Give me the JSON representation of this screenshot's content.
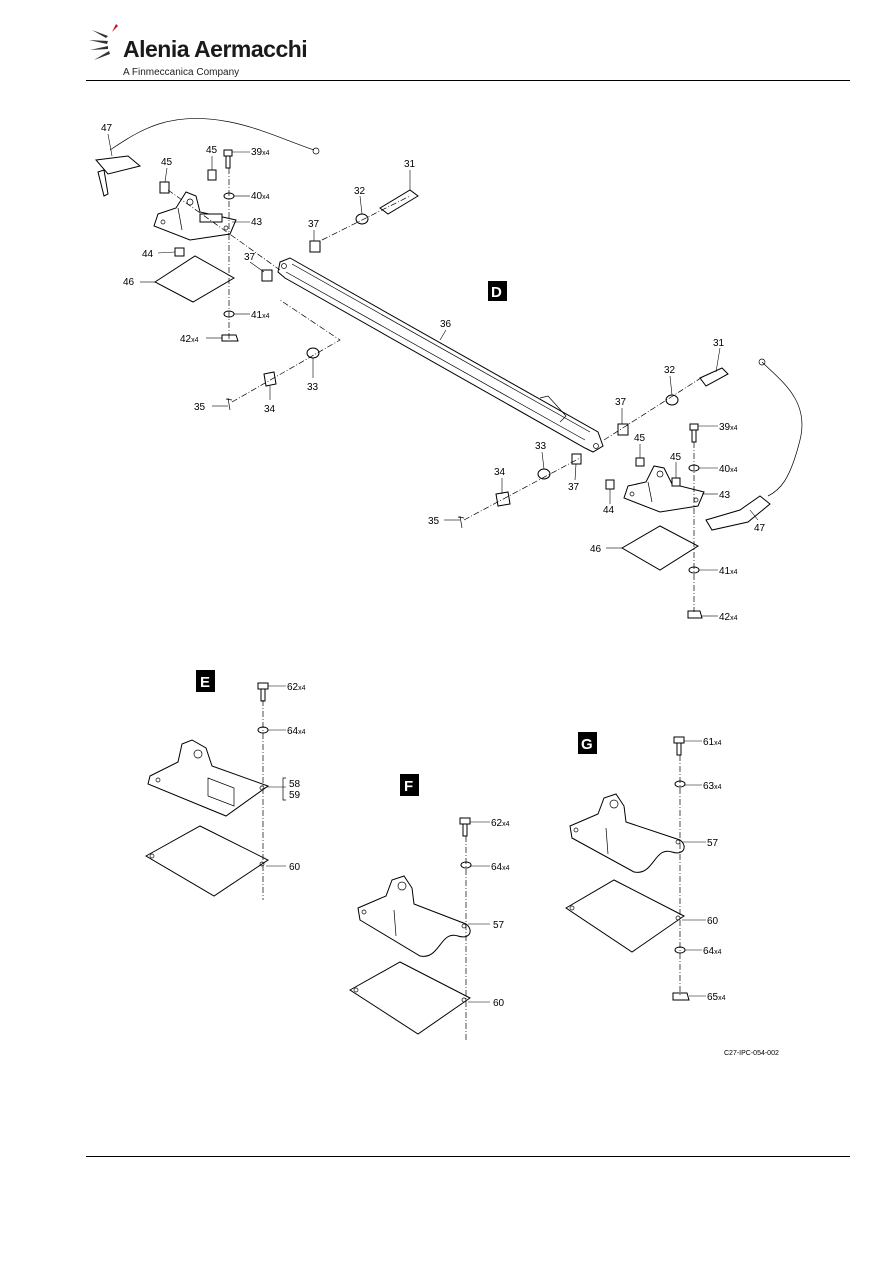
{
  "header": {
    "company": "Alenia Aermacchi",
    "tagline": "A Finmeccanica Company"
  },
  "figure": {
    "reference": "C27-IPC-054-002",
    "views": [
      "D",
      "E",
      "F",
      "G"
    ],
    "view_d_labels": [
      {
        "id": "d-47",
        "text": "47",
        "qty": ""
      },
      {
        "id": "d-45a",
        "text": "45",
        "qty": ""
      },
      {
        "id": "d-45b",
        "text": "45",
        "qty": ""
      },
      {
        "id": "d-39",
        "text": "39",
        "qty": "x4"
      },
      {
        "id": "d-40",
        "text": "40",
        "qty": "x4"
      },
      {
        "id": "d-43",
        "text": "43",
        "qty": ""
      },
      {
        "id": "d-44",
        "text": "44",
        "qty": ""
      },
      {
        "id": "d-46",
        "text": "46",
        "qty": ""
      },
      {
        "id": "d-41",
        "text": "41",
        "qty": "x4"
      },
      {
        "id": "d-42",
        "text": "42",
        "qty": "x4"
      },
      {
        "id": "d-35",
        "text": "35",
        "qty": ""
      },
      {
        "id": "d-34",
        "text": "34",
        "qty": ""
      },
      {
        "id": "d-33",
        "text": "33",
        "qty": ""
      },
      {
        "id": "d-37a",
        "text": "37",
        "qty": ""
      },
      {
        "id": "d-37b",
        "text": "37",
        "qty": ""
      },
      {
        "id": "d-32",
        "text": "32",
        "qty": ""
      },
      {
        "id": "d-31",
        "text": "31",
        "qty": ""
      },
      {
        "id": "d-36",
        "text": "36",
        "qty": ""
      },
      {
        "id": "d-31r",
        "text": "31",
        "qty": ""
      },
      {
        "id": "d-32r",
        "text": "32",
        "qty": ""
      },
      {
        "id": "d-37r1",
        "text": "37",
        "qty": ""
      },
      {
        "id": "d-45r1",
        "text": "45",
        "qty": ""
      },
      {
        "id": "d-39r",
        "text": "39",
        "qty": "x4"
      },
      {
        "id": "d-45r2",
        "text": "45",
        "qty": ""
      },
      {
        "id": "d-40r",
        "text": "40",
        "qty": "x4"
      },
      {
        "id": "d-33r",
        "text": "33",
        "qty": ""
      },
      {
        "id": "d-37r2",
        "text": "37",
        "qty": ""
      },
      {
        "id": "d-43r",
        "text": "43",
        "qty": ""
      },
      {
        "id": "d-34r",
        "text": "34",
        "qty": ""
      },
      {
        "id": "d-44r",
        "text": "44",
        "qty": ""
      },
      {
        "id": "d-47r",
        "text": "47",
        "qty": ""
      },
      {
        "id": "d-35r",
        "text": "35",
        "qty": ""
      },
      {
        "id": "d-46r",
        "text": "46",
        "qty": ""
      },
      {
        "id": "d-41r",
        "text": "41",
        "qty": "x4"
      },
      {
        "id": "d-42r",
        "text": "42",
        "qty": "x4"
      }
    ],
    "view_e_labels": [
      {
        "id": "e-62",
        "text": "62",
        "qty": "x4"
      },
      {
        "id": "e-64",
        "text": "64",
        "qty": "x4"
      },
      {
        "id": "e-58",
        "text": "58",
        "qty": ""
      },
      {
        "id": "e-59",
        "text": "59",
        "qty": ""
      },
      {
        "id": "e-60",
        "text": "60",
        "qty": ""
      }
    ],
    "view_f_labels": [
      {
        "id": "f-62",
        "text": "62",
        "qty": "x4"
      },
      {
        "id": "f-64",
        "text": "64",
        "qty": "x4"
      },
      {
        "id": "f-57",
        "text": "57",
        "qty": ""
      },
      {
        "id": "f-60",
        "text": "60",
        "qty": ""
      }
    ],
    "view_g_labels": [
      {
        "id": "g-61",
        "text": "61",
        "qty": "x4"
      },
      {
        "id": "g-63",
        "text": "63",
        "qty": "x4"
      },
      {
        "id": "g-57",
        "text": "57",
        "qty": ""
      },
      {
        "id": "g-60",
        "text": "60",
        "qty": ""
      },
      {
        "id": "g-64",
        "text": "64",
        "qty": "x4"
      },
      {
        "id": "g-65",
        "text": "65",
        "qty": "x4"
      }
    ]
  }
}
